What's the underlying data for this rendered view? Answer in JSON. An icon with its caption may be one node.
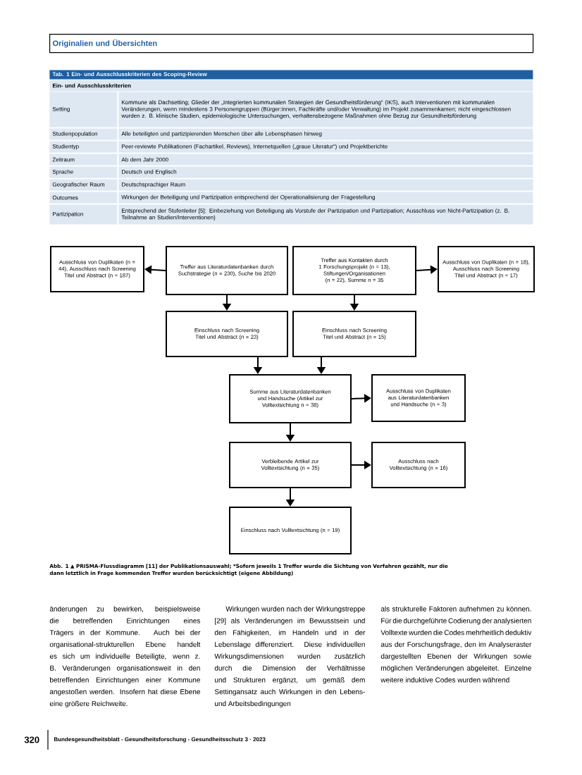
{
  "diagram": {
    "caption": "Abb. 1 ▲ PRISMA-Flussdiagramm [11] der Publikationsauswahl; *Sofern jeweils 1 Treffer wurde die Sichtung von Verfahren gezählt, nur die dann letztlich in Frage kommenden Treffer wurden berücksichtigt (eigene Abbildung)",
    "nodes": [
      {
        "text": [
          "Ausschluss von Duplikaten (n = 44), Ausschluss nach Screening Titel und Abstract (n = 187)"
        ]
      },
      {
        "text": [
          "Treffer aus Literaturdatenbanken durch Suchstrategie (n = 230), Suche bis 2020"
        ]
      },
      {
        "text": [
          "Treffer aus Kontakten durch 1 Forschungsprojekt (n = 13), Stiftungen/Organisationen (n = 22), Summe n = 35"
        ]
      },
      {
        "text": [
          "Ausschluss von Duplikaten (n = 18), Ausschluss nach Screening Titel und Abstract (n = 17)"
        ]
      },
      {
        "text": [
          "Einschluss nach Screening Titel und Abstract (n = 23)"
        ]
      },
      {
        "text": [
          "Einschluss nach Screening Titel und Abstract (n = 15)"
        ]
      },
      {
        "text": [
          "Summe aus Literaturdatenbanken und Handsuche (Artikel zur Volltextsichtung n = 38)"
        ]
      },
      {
        "text": [
          "Ausschluss von Duplikaten aus Literaturdatenbanken und Handsuche (n = 3)"
        ]
      },
      {
        "text": [
          "Verbleibende Artikel zur Volltextsichtung (n = 35)"
        ]
      },
      {
        "text": [
          "Ausschluss nach Volltextsichtung (n = 16)"
        ]
      },
      {
        "text": [
          "Einschluss nach Volltextsichtung (n = 19)"
        ]
      }
    ],
    "edges": [
      {
        "from": 1,
        "to": 0,
        "arrow": "to"
      },
      {
        "from": 2,
        "to": 3,
        "arrow": "to"
      },
      {
        "from": 1,
        "to": 4,
        "arrow": "to"
      },
      {
        "from": 2,
        "to": 5,
        "arrow": "to"
      },
      {
        "from": 4,
        "to": 6,
        "arrow": "to"
      },
      {
        "from": 5,
        "to": 6,
        "arrow": "to"
      },
      {
        "from": 6,
        "to": 7,
        "arrow": "to"
      },
      {
        "from": 6,
        "to": 8,
        "arrow": "to"
      },
      {
        "from": 8,
        "to": 9,
        "arrow": "to"
      },
      {
        "from": 8,
        "to": 10,
        "arrow": "to"
      }
    ],
    "labels": [
      "Originalien und Übersichten",
      "Tab. 1 Ein- und Ausschlusskriterien des Scoping-Review",
      "Ein- und Ausschlusskriterien",
      "Setting",
      "Kommune als Dachsetting; Glieder der „Integrierten kommunalen Strategien der Gesundheitsförderung“ (IKS), auch Interventionen mit kommunalen Veränderungen, wenn mindestens 3 Personengruppen (Bürger:innen, Fachkräfte und/oder Verwaltung) im Projekt zusammenkamen; nicht eingeschlossen wurden z. B. klinische Studien, epidemiologische Untersuchungen, verhaltensbezogene Maßnahmen ohne Bezug zur Gesundheitsförderung",
      "Studienpopulation",
      "Alle beteiligten und partizipierenden Menschen über alle Lebensphasen hinweg",
      "Studientyp",
      "Peer-reviewte Publikationen (Fachartikel, Reviews), Internetquellen („graue Literatur“) und Projektberichte",
      "Zeitraum",
      "Ab dem Jahr 2000",
      "Sprache",
      "Deutsch und Englisch",
      "Geografischer Raum",
      "Deutschsprachiger Raum",
      "Outcomes",
      "Wirkungen der Beteiligung und Partizipation entsprechend der Operationalisierung der Fragestellung",
      "Partizipation",
      "Entsprechend der Stufenleiter [5]: Einbeziehung von Beteiligung als Vorstufe der Partizipation und Partizipation; Ausschluss von Nicht-Partizipation (z. B. Teilnahme an Studien/Interventionen)",
      "änderungen zu bewirken, beispielsweise die betreffenden Einrichtungen eines Trägers in der Kommune. Auch bei der organisational-strukturellen Ebene handelt es sich um individuelle Beteiligte, wenn z. B. Veränderungen organisationsweit in den betreffenden Einrichtungen einer Kommune angestoßen werden. Insofern hat diese Ebene eine größere Reichweite.",
      "Wirkungen wurden nach der Wirkungstreppe [29] als Veränderungen im Bewusstsein und den Fähigkeiten, im Handeln und in der Lebenslage differenziert. Diese individuellen Wirkungsdimensionen wurden zusätzlich durch die Dimension der Verhältnisse und Strukturen ergänzt, um gemäß dem Settingansatz auch Wirkungen in den Lebens- und Arbeitsbedingungen",
      "als strukturelle Faktoren aufnehmen zu können. Für die durchgeführte Codierung der analysierten Volltexte wurden die Codes mehrheitlich deduktiv aus der Forschungsfrage, den im Analyseraster dargestellten Ebenen der Wirkungen sowie möglichen Veränderungen abgeleitet. Einzelne weitere induktive Codes wurden während",
      "320",
      "Bundesgesundheitsblatt - Gesundheitsforschung - Gesundheitsschutz 3 · 2023"
    ]
  }
}
